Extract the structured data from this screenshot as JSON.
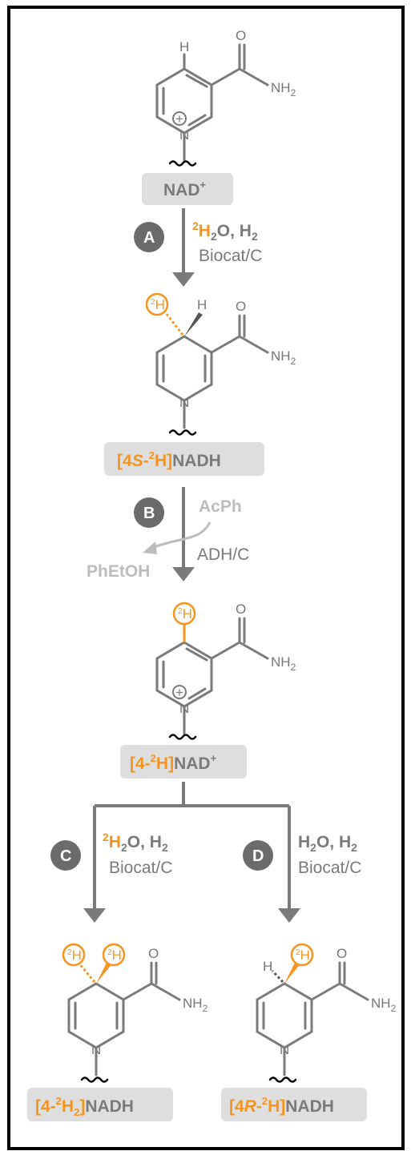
{
  "colors": {
    "bond": "#7a7a7a",
    "text": "#7a7a7a",
    "accent": "#f7941d",
    "box": "#dedede",
    "step_badge": "#6b6b6b",
    "faint": "#bcbcbc",
    "frame": "#000000"
  },
  "atoms": {
    "H": "H",
    "O": "O",
    "N": "N",
    "NH": "NH",
    "sub2": "2",
    "deut": "H",
    "sup2": "2",
    "plus": "+"
  },
  "compounds": {
    "nad": {
      "name": "NAD",
      "sup": "+"
    },
    "nadh_4s": {
      "pre": "[4",
      "stereo": "S",
      "dash": "-",
      "iso": "2",
      "h": "H]",
      "post": "NADH"
    },
    "nad_4d": {
      "pre": "[4-",
      "iso": "2",
      "h": "H]",
      "post": "NAD",
      "sup": "+"
    },
    "nadh_4d2": {
      "pre": "[4-",
      "iso": "2",
      "h": "H",
      "sub": "2",
      "close": "]",
      "post": "NADH"
    },
    "nadh_4r": {
      "pre": "[4",
      "stereo": "R",
      "dash": "-",
      "iso": "2",
      "h": "H]",
      "post": "NADH"
    }
  },
  "steps": {
    "A": {
      "letter": "A",
      "iso": "2",
      "reagent_h": "H",
      "reagent_sub": "2",
      "reagent_rest": "O, H",
      "reagent_sub2": "2",
      "catalyst": "Biocat/C"
    },
    "B": {
      "letter": "B",
      "substrate": "AcPh",
      "product": "PhEtOH",
      "catalyst": "ADH/C"
    },
    "C": {
      "letter": "C",
      "iso": "2",
      "reagent_h": "H",
      "reagent_sub": "2",
      "reagent_rest": "O, H",
      "reagent_sub2": "2",
      "catalyst": "Biocat/C"
    },
    "D": {
      "letter": "D",
      "reagent_h": "H",
      "reagent_sub": "2",
      "reagent_rest": "O, H",
      "reagent_sub2": "2",
      "catalyst": "Biocat/C"
    }
  }
}
